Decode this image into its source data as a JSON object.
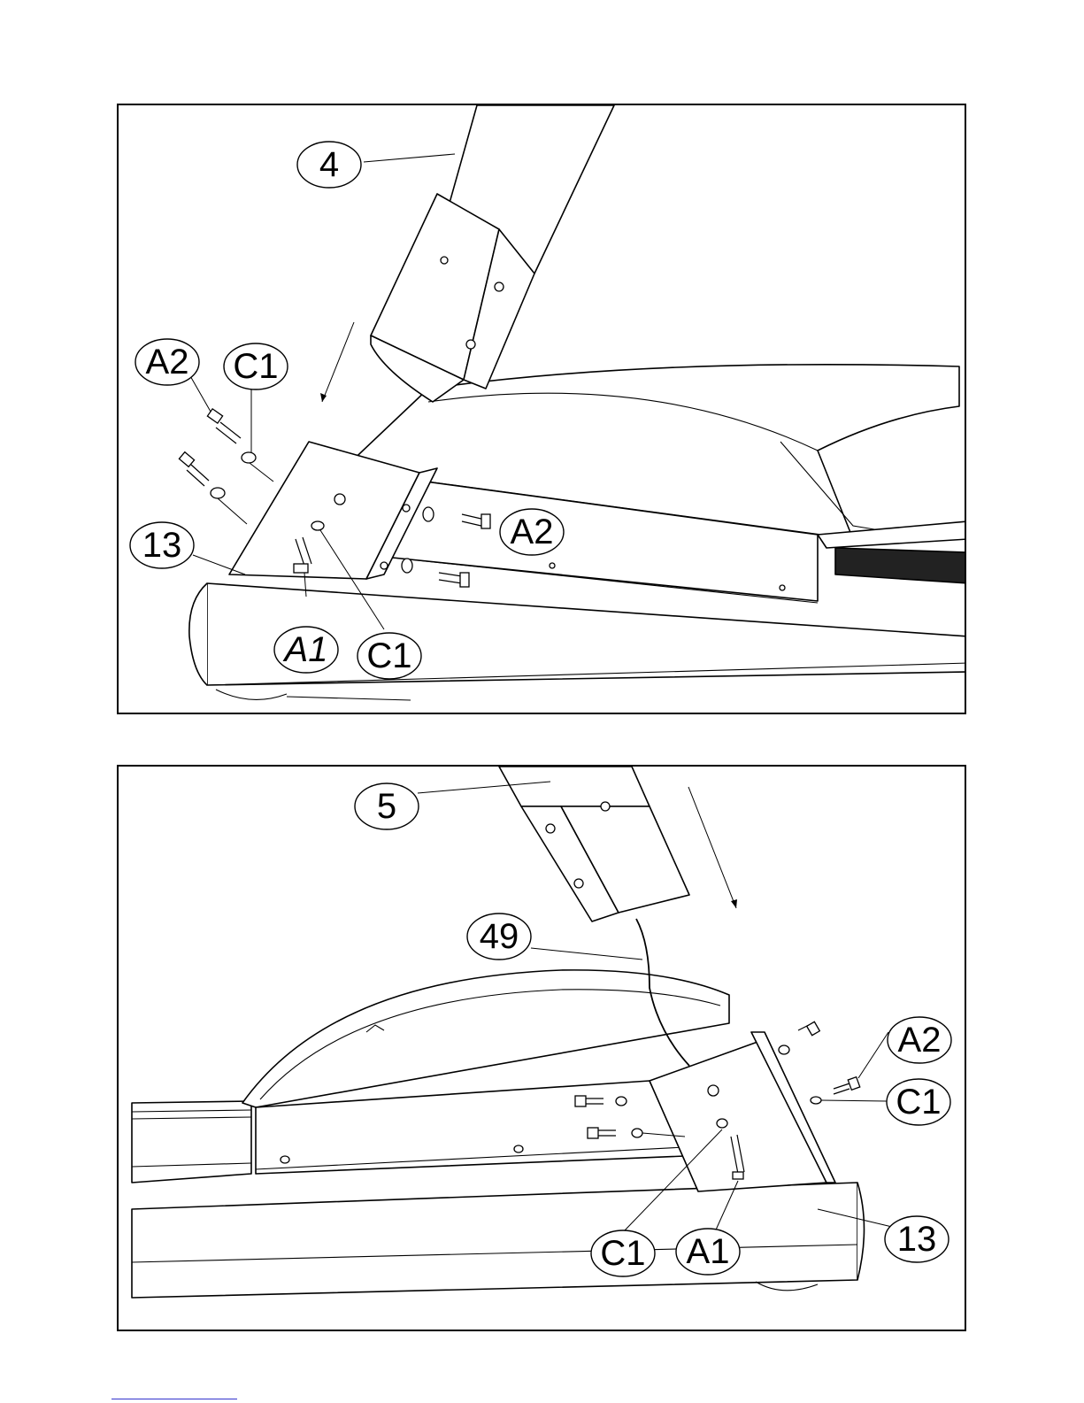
{
  "figures": [
    {
      "id": "top",
      "callouts": {
        "upright": "4",
        "bolt_left": "A2",
        "washer_left": "C1",
        "base_frame": "13",
        "bolt_side": "A2",
        "bolt_bottom": "A1",
        "washer_bottom": "C1"
      }
    },
    {
      "id": "bottom",
      "callouts": {
        "upright": "5",
        "cable": "49",
        "bolt_right": "A2",
        "washer_right": "C1",
        "base_frame": "13",
        "washer_bottom": "C1",
        "bolt_bottom": "A1"
      }
    }
  ]
}
